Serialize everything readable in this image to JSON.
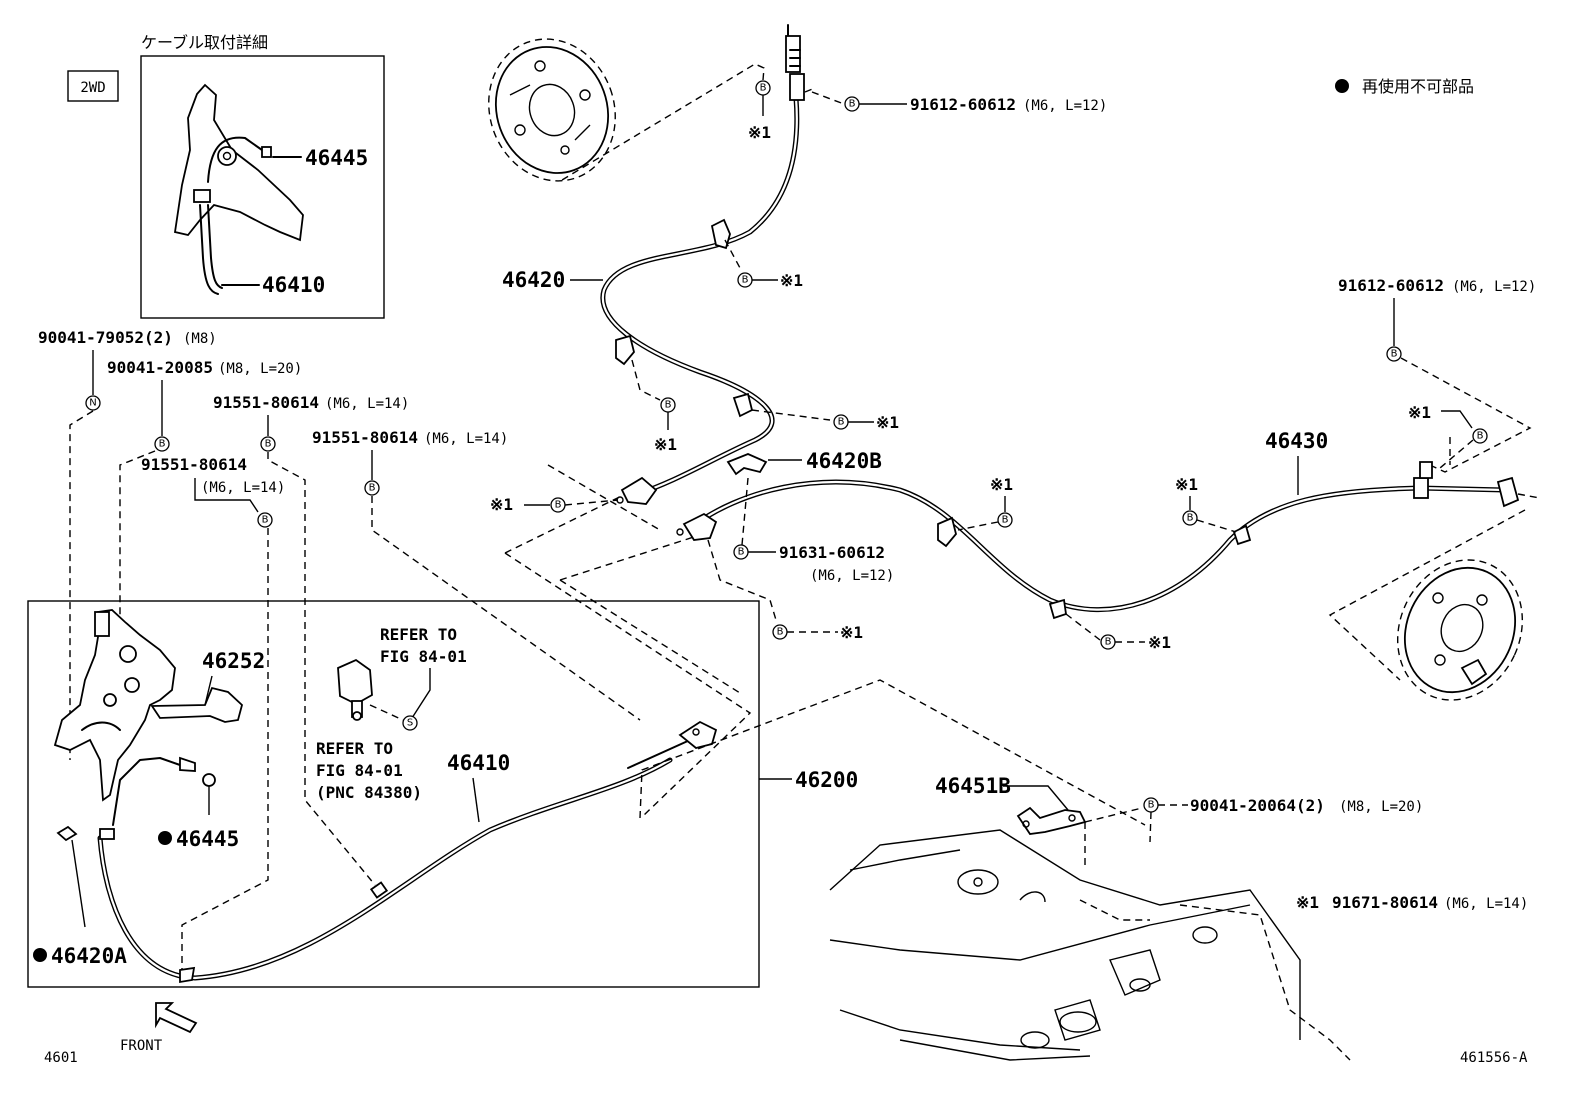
{
  "header": {
    "detail_title": "ケーブル取付詳細",
    "drive_tag": "2WD",
    "legend_marker": "●",
    "legend_text": "再使用不可部品"
  },
  "circle_letters": {
    "b": "B",
    "n": "N",
    "s": "S"
  },
  "note_mark": "※1",
  "parts": {
    "p46445_detail": "46445",
    "p46410_detail": "46410",
    "p46420": "46420",
    "p46420b": "46420B",
    "p46430": "46430",
    "p46252": "46252",
    "p46410": "46410",
    "p46200": "46200",
    "p46445": "46445",
    "p46420a": "46420A",
    "p46451b": "46451B"
  },
  "bolts": {
    "b90041_79052": {
      "num": "90041-79052(2)",
      "spec": "(M8)"
    },
    "b90041_20085": {
      "num": "90041-20085",
      "spec": "(M8, L=20)"
    },
    "b91551_80614_a": {
      "num": "91551-80614",
      "spec": "(M6, L=14)"
    },
    "b91551_80614_b": {
      "num": "91551-80614",
      "spec": "(M6, L=14)"
    },
    "b91551_80614_c": {
      "num": "91551-80614",
      "spec": "(M6, L=14)"
    },
    "b91612_60612_top": {
      "num": "91612-60612",
      "spec": "(M6, L=12)"
    },
    "b91612_60612_right": {
      "num": "91612-60612",
      "spec": "(M6, L=12)"
    },
    "b91631_60612": {
      "num": "91631-60612",
      "spec": "(M6, L=12)"
    },
    "b90041_20064": {
      "num": "90041-20064(2)",
      "spec": "(M8, L=20)"
    },
    "b91671_80614": {
      "num": "91671-80614",
      "spec": "(M6, L=14)"
    }
  },
  "refer": {
    "refer1_line1": "REFER TO",
    "refer1_line2": "FIG 84-01",
    "refer2_line1": "REFER TO",
    "refer2_line2": "FIG 84-01",
    "refer2_line3": "(PNC 84380)"
  },
  "footer": {
    "page_code": "4601",
    "front_label": "FRONT",
    "figure_id": "461556-A"
  }
}
